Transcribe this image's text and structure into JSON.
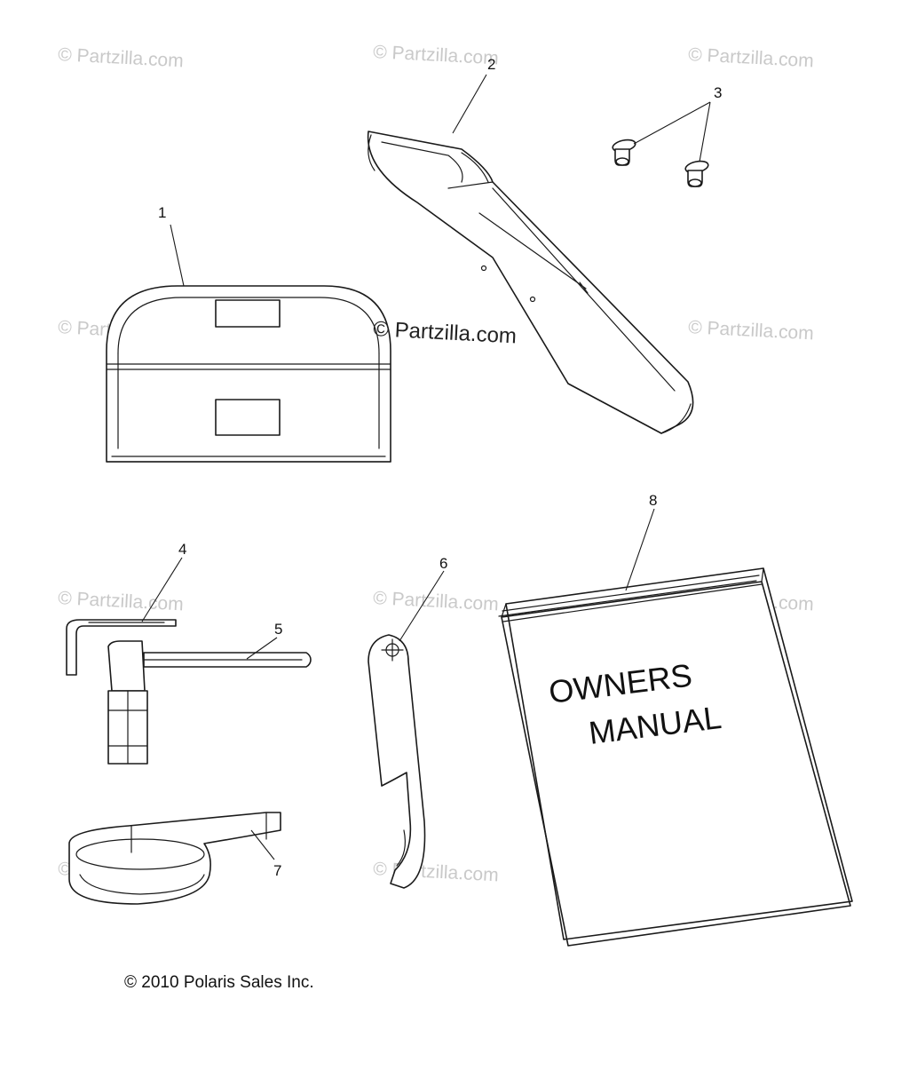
{
  "watermark": "© Partzilla.com",
  "center_watermark": "© Partzilla.com",
  "callouts": [
    "1",
    "2",
    "3",
    "4",
    "5",
    "6",
    "7",
    "8"
  ],
  "manual": {
    "line1": "OWNERS",
    "line2": "MANUAL"
  },
  "copyright": "© 2010 Polaris Sales Inc."
}
